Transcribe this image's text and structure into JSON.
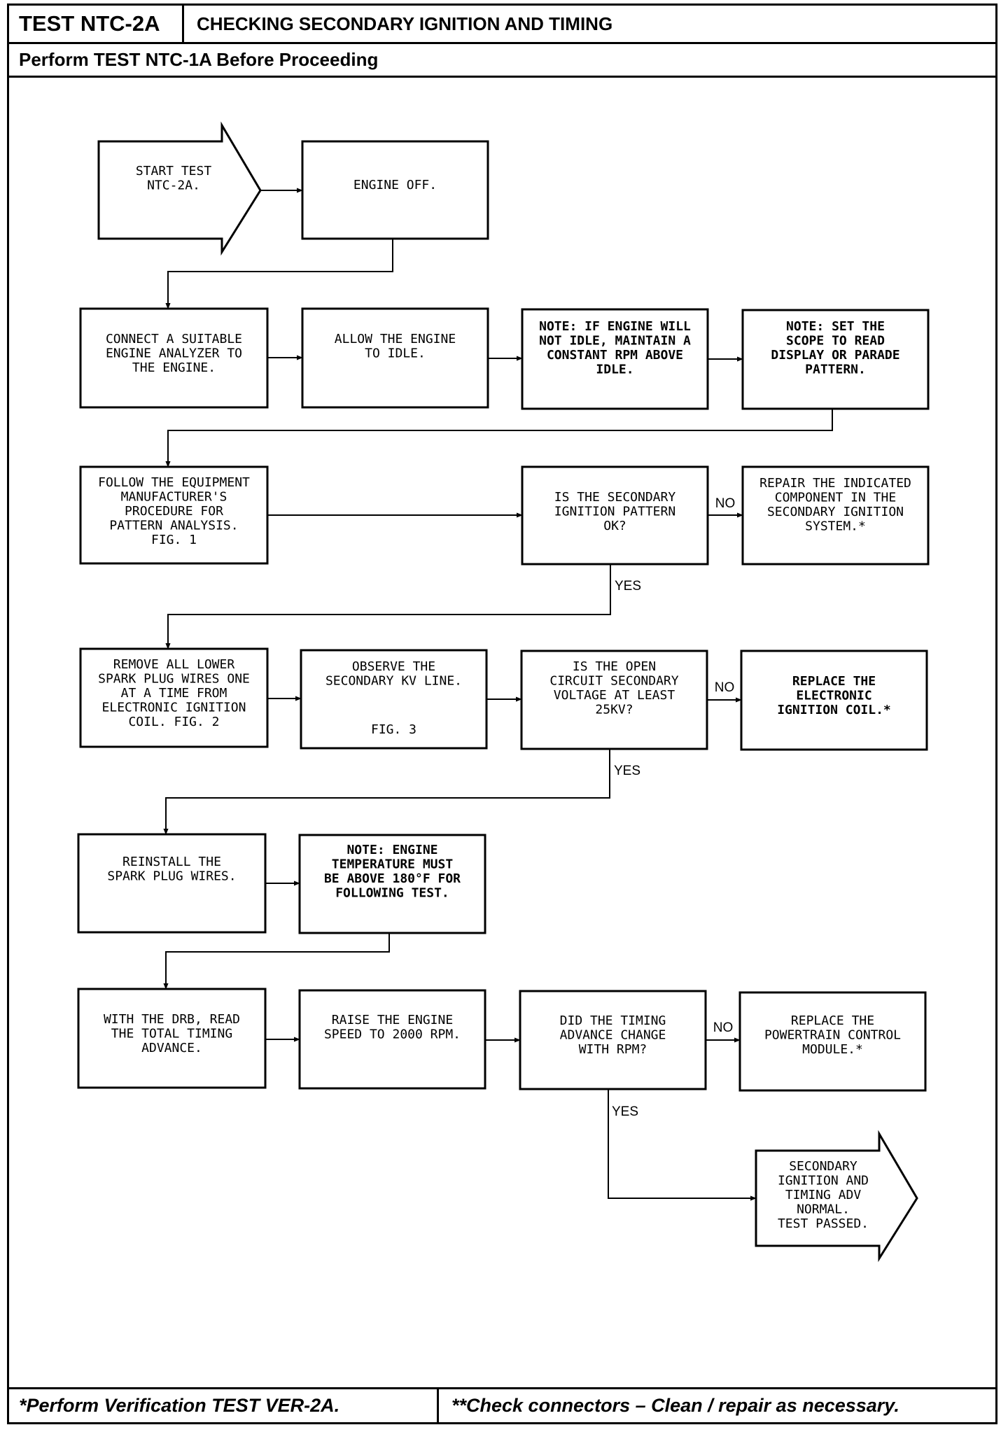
{
  "header": {
    "test_id": "TEST NTC-2A",
    "title": "CHECKING SECONDARY IGNITION AND TIMING",
    "prerequisite": "Perform TEST NTC-1A Before Proceeding"
  },
  "flowchart": {
    "start": [
      "START TEST",
      "NTC-2A."
    ],
    "engine_off": [
      "ENGINE OFF."
    ],
    "connect_analyzer": [
      "CONNECT A SUITABLE",
      "ENGINE ANALYZER TO",
      "THE ENGINE."
    ],
    "allow_idle": [
      "ALLOW THE ENGINE",
      "TO IDLE."
    ],
    "note_idle": [
      "NOTE: IF ENGINE WILL",
      "NOT IDLE, MAINTAIN A",
      "CONSTANT RPM ABOVE",
      "IDLE."
    ],
    "note_scope": [
      "NOTE: SET THE",
      "SCOPE TO READ",
      "DISPLAY OR PARADE",
      "PATTERN."
    ],
    "follow_procedure": [
      "FOLLOW THE EQUIPMENT",
      "MANUFACTURER'S",
      "PROCEDURE FOR",
      "PATTERN ANALYSIS.",
      "FIG. 1"
    ],
    "q_pattern_ok": [
      "IS THE SECONDARY",
      "IGNITION PATTERN",
      "OK?"
    ],
    "repair_component": [
      "REPAIR THE INDICATED",
      "COMPONENT IN THE",
      "SECONDARY IGNITION",
      "SYSTEM.*"
    ],
    "remove_wires": [
      "REMOVE ALL LOWER",
      "SPARK PLUG WIRES ONE",
      "AT A TIME FROM",
      "ELECTRONIC IGNITION",
      "COIL. FIG. 2"
    ],
    "observe_kv": [
      "OBSERVE THE",
      "SECONDARY KV LINE."
    ],
    "observe_kv_fig": "FIG. 3",
    "q_voltage": [
      "IS THE OPEN",
      "CIRCUIT SECONDARY",
      "VOLTAGE AT LEAST",
      "25KV?"
    ],
    "replace_coil": [
      "REPLACE THE",
      "ELECTRONIC",
      "IGNITION COIL.*"
    ],
    "reinstall_wires": [
      "REINSTALL THE",
      "SPARK PLUG WIRES."
    ],
    "note_temp": [
      "NOTE: ENGINE",
      "TEMPERATURE MUST",
      "BE ABOVE 180°F FOR",
      "FOLLOWING TEST."
    ],
    "read_timing": [
      "WITH THE DRB, READ",
      "THE TOTAL TIMING",
      "ADVANCE."
    ],
    "raise_speed": [
      "RAISE THE ENGINE",
      "SPEED TO 2000 RPM."
    ],
    "q_timing_change": [
      "DID THE TIMING",
      "ADVANCE CHANGE",
      "WITH RPM?"
    ],
    "replace_pcm": [
      "REPLACE THE",
      "POWERTRAIN CONTROL",
      "MODULE.*"
    ],
    "end": [
      "SECONDARY",
      "IGNITION AND",
      "TIMING ADV",
      "NORMAL.",
      "TEST PASSED."
    ]
  },
  "labels": {
    "no": "NO",
    "yes": "YES"
  },
  "footer": {
    "note_1": "*Perform Verification TEST VER-2A.",
    "note_2": "**Check connectors – Clean / repair as necessary."
  }
}
